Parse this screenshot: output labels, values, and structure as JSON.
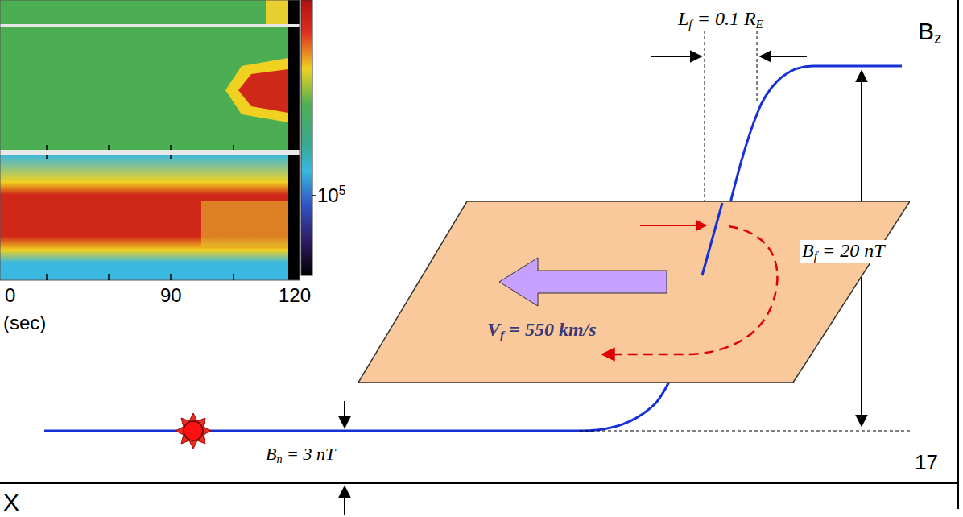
{
  "diagram": {
    "nodes": [
      {
        "text": [
          "Vf = 550 km/s"
        ]
      }
    ],
    "labels": [
      "Lf = 0.1 RE",
      "Bz",
      "Bf = 20 nT",
      "Bn = 3 nT",
      "X",
      "17",
      "105",
      "0",
      "90",
      "120",
      "(sec)"
    ]
  }
}
